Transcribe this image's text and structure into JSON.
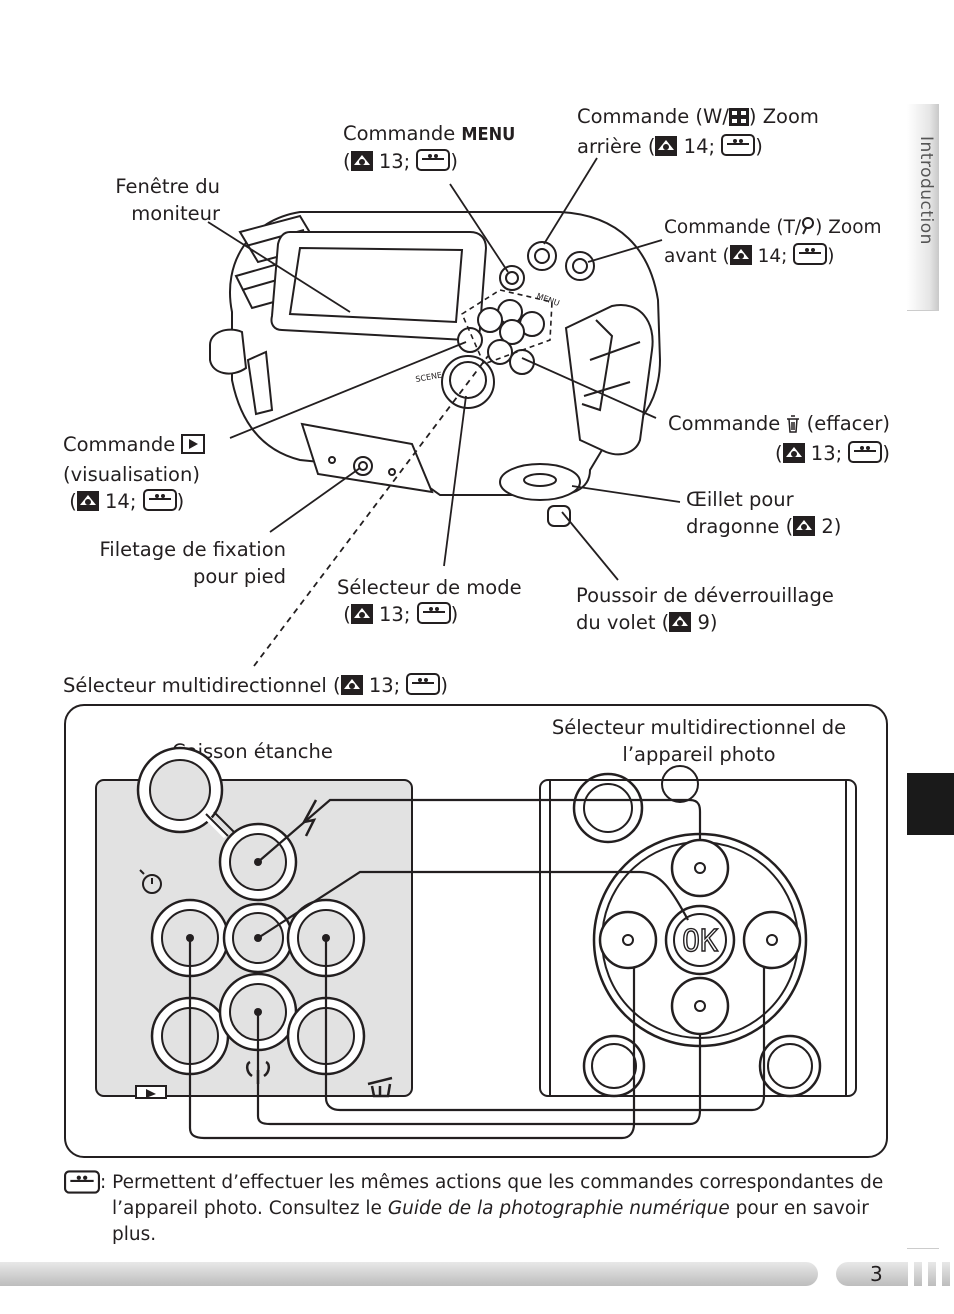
{
  "page": {
    "number": "3",
    "section_tab": "Introduction"
  },
  "labels": {
    "moniteur_l1": "Fenêtre du",
    "moniteur_l2": "moniteur",
    "menu_prefix": "Commande ",
    "menu_word": "MENU",
    "menu_ref": "13;",
    "zoom_w_prefix": "Commande (",
    "zoom_w_letter": "W",
    "zoom_w_suffix": ") Zoom",
    "zoom_w_l2": "arrière (",
    "zoom_w_ref": "14;",
    "zoom_t_prefix": "Commande (",
    "zoom_t_letter": "T",
    "zoom_t_suffix": ") Zoom",
    "zoom_t_l2": "avant (",
    "zoom_t_ref": "14;",
    "effacer_prefix": "Commande ",
    "effacer_suffix": " (effacer)",
    "effacer_ref": "13;",
    "oeillet_l1": "Œillet pour",
    "oeillet_l2": "dragonne (",
    "oeillet_ref": "2)",
    "poussoir_l1": "Poussoir de déverrouillage",
    "poussoir_l2": "du volet (",
    "poussoir_ref": "9)",
    "visu_prefix": "Commande ",
    "visu_l2": "(visualisation)",
    "visu_ref": "14;",
    "filetage_l1": "Filetage de fixation",
    "filetage_l2": "pour pied",
    "mode_l1": "Sélecteur de mode",
    "mode_ref": "13;",
    "multi": "Sélecteur multidirectionnel (",
    "multi_ref": "13;",
    "caisson": "Caisson étanche",
    "appareil_l1": "Sélecteur multidirectionnel de",
    "appareil_l2": "l’appareil photo",
    "ok_label": "OK",
    "camera_marks": {
      "menu": "MENU",
      "scene": "SCENE"
    }
  },
  "footnote": {
    "part1": ": Permettent d’effectuer les mêmes actions que les commandes correspondantes de l’appareil photo. Consultez le ",
    "italic": "Guide de la photographie numérique",
    "part2": " pour en savoir plus."
  },
  "colors": {
    "ink": "#231f20",
    "panel_gray": "#e2e2e2",
    "tab_black": "#1a1a1a"
  }
}
